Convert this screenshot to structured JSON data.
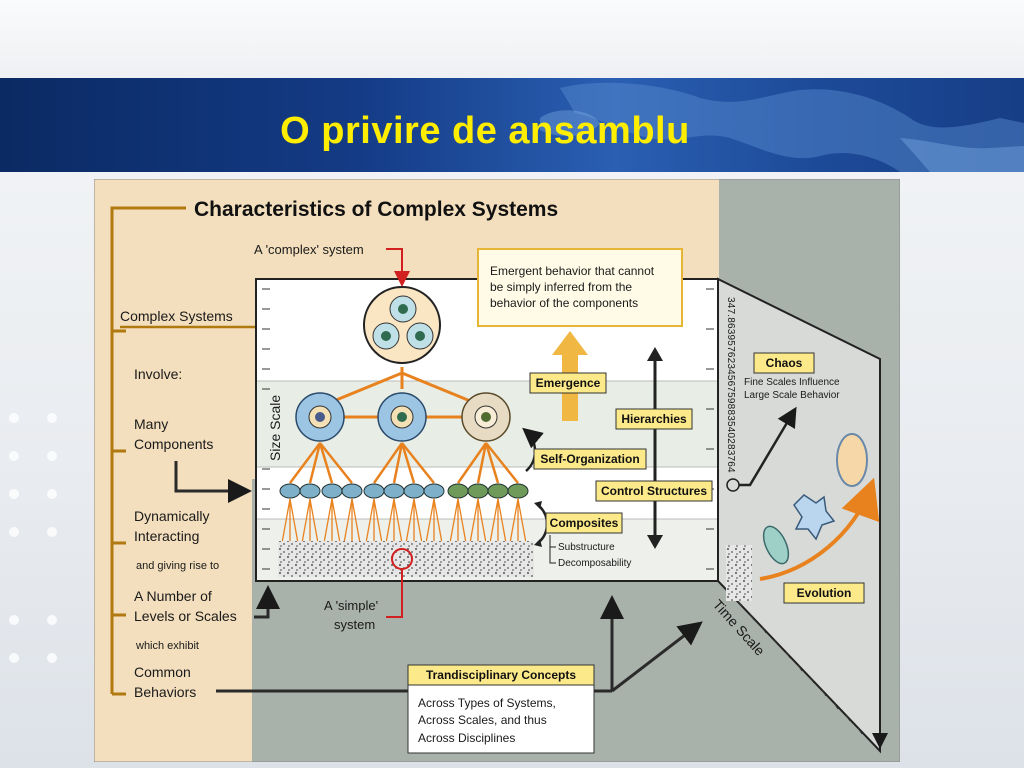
{
  "slide": {
    "title": "O privire de ansamblu"
  },
  "diagram": {
    "title": "Characteristics of Complex Systems",
    "left_column": {
      "complex_systems": "Complex Systems",
      "involve": "Involve:",
      "many_1": "Many",
      "many_2": "Components",
      "dyn_1": "Dynamically",
      "dyn_2": "Interacting",
      "giving": "and giving rise to",
      "levels_1": "A Number of",
      "levels_2": "Levels or Scales",
      "exhibit": "which exhibit",
      "common_1": "Common",
      "common_2": "Behaviors"
    },
    "complex_system_label": "A 'complex' system",
    "simple_1": "A 'simple'",
    "simple_2": "system",
    "emergent": [
      "Emergent behavior that cannot",
      "be simply inferred from the",
      "behavior of the components"
    ],
    "size_scale": "Size Scale",
    "time_scale": "Time Scale",
    "emergence": "Emergence",
    "hierarchies": "Hierarchies",
    "self_org": "Self-Organization",
    "control": "Control Structures",
    "composites": "Composites",
    "substructure": "Substructure",
    "decomposability": "Decomposability",
    "digits": "347.863957623456759883540283764",
    "chaos": "Chaos",
    "chaos_1": "Fine Scales Influence",
    "chaos_2": "Large Scale Behavior",
    "evolution": "Evolution",
    "trans_title": "Trandisciplinary Concepts",
    "trans": [
      "Across Types of Systems,",
      "Across Scales, and thus",
      "Across Disciplines"
    ]
  },
  "colors": {
    "title": "#ffee00",
    "accent_orange": "#e8821e",
    "gold": "#b07a10",
    "label_fill": "#fbe98a"
  }
}
